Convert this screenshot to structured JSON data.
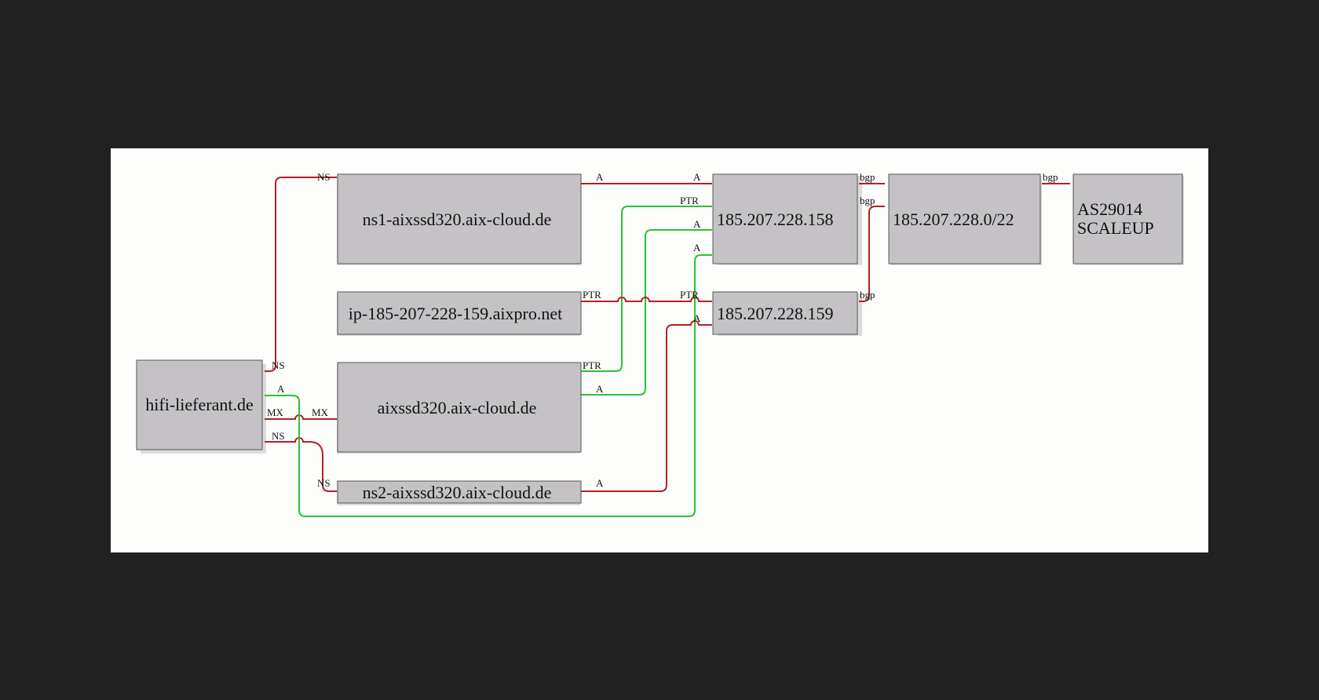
{
  "diagram": {
    "nodes": {
      "hifi": "hifi-lieferant.de",
      "ns1": "ns1-aixssd320.aix-cloud.de",
      "ptr159": "ip-185-207-228-159.aixpro.net",
      "aixssd": "aixssd320.aix-cloud.de",
      "ns2": "ns2-aixssd320.aix-cloud.de",
      "ip158": "185.207.228.158",
      "ip159": "185.207.228.159",
      "net": "185.207.228.0/22",
      "as_line1": "AS29014",
      "as_line2": "SCALEUP"
    },
    "edges": [
      {
        "from": "hifi-lieferant.de",
        "to": "ns1-aixssd320.aix-cloud.de",
        "label": "NS",
        "color": "#b21f2a"
      },
      {
        "from": "hifi-lieferant.de",
        "to": "aixssd320.aix-cloud.de",
        "label": "MX",
        "color": "#b21f2a"
      },
      {
        "from": "hifi-lieferant.de",
        "to": "ns2-aixssd320.aix-cloud.de",
        "label": "NS",
        "color": "#b21f2a"
      },
      {
        "from": "hifi-lieferant.de",
        "to": "185.207.228.158",
        "label": "A",
        "color": "#2fc12f"
      },
      {
        "from": "ns1-aixssd320.aix-cloud.de",
        "to": "185.207.228.158",
        "label": "A",
        "color": "#b21f2a"
      },
      {
        "from": "aixssd320.aix-cloud.de",
        "to": "185.207.228.158",
        "label": "PTR",
        "color": "#2fc12f"
      },
      {
        "from": "aixssd320.aix-cloud.de",
        "to": "185.207.228.158",
        "label": "A",
        "color": "#2fc12f"
      },
      {
        "from": "ip-185-207-228-159.aixpro.net",
        "to": "185.207.228.159",
        "label": "PTR",
        "color": "#b21f2a"
      },
      {
        "from": "ns2-aixssd320.aix-cloud.de",
        "to": "185.207.228.159",
        "label": "A",
        "color": "#b21f2a"
      },
      {
        "from": "185.207.228.158",
        "to": "185.207.228.0/22",
        "label": "bgp",
        "color": "#b21f2a"
      },
      {
        "from": "185.207.228.159",
        "to": "185.207.228.0/22",
        "label": "bgp",
        "color": "#b21f2a"
      },
      {
        "from": "185.207.228.0/22",
        "to": "AS29014 SCALEUP",
        "label": "bgp",
        "color": "#b21f2a"
      }
    ],
    "labels": {
      "ns": "NS",
      "mx": "MX",
      "a": "A",
      "ptr": "PTR",
      "bgp": "bgp"
    }
  }
}
